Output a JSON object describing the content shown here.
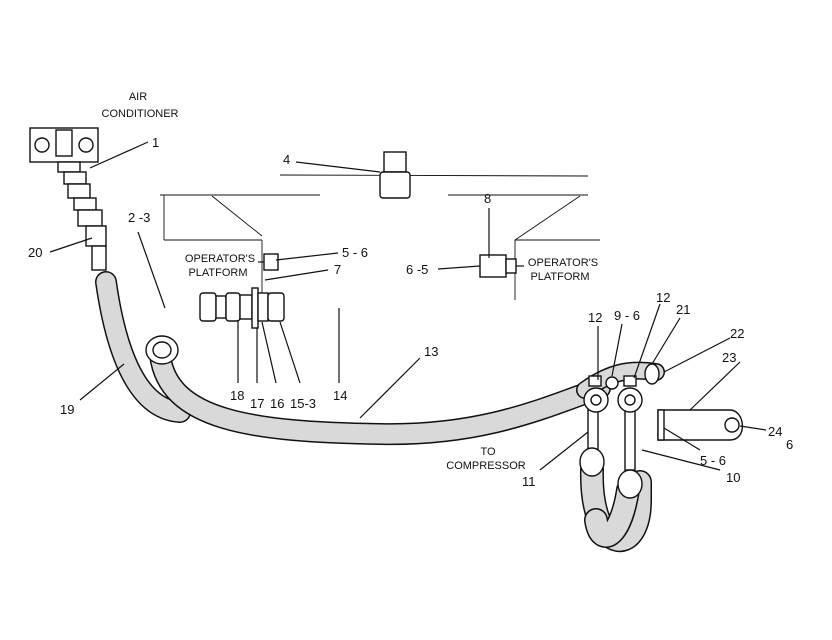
{
  "captions": {
    "air_conditioner_line1": "AIR",
    "air_conditioner_line2": "CONDITIONER",
    "operators_platform_left_line1": "OPERATOR'S",
    "operators_platform_left_line2": "PLATFORM",
    "operators_platform_right_line1": "OPERATOR'S",
    "operators_platform_right_line2": "PLATFORM",
    "to_compressor_line1": "TO",
    "to_compressor_line2": "COMPRESSOR"
  },
  "callouts": {
    "c1": "1",
    "c2_3": "2 -3",
    "c4": "4",
    "c5_6_left": "5 - 6",
    "c7": "7",
    "c8": "8",
    "c6_5": "6 -5",
    "c20": "20",
    "c19": "19",
    "c18": "18",
    "c17": "17",
    "c16": "16",
    "c15_3": "15-3",
    "c14": "14",
    "c13": "13",
    "c12_left": "12",
    "c9_6": "9 - 6",
    "c12_right": "12",
    "c21": "21",
    "c22": "22",
    "c23": "23",
    "c24": "24",
    "c6_far": "6",
    "c5_6_right": "5 - 6",
    "c10": "10",
    "c11": "11"
  },
  "colors": {
    "line": "#111111",
    "hose_fill": "#d9d9d9",
    "background": "#ffffff"
  }
}
